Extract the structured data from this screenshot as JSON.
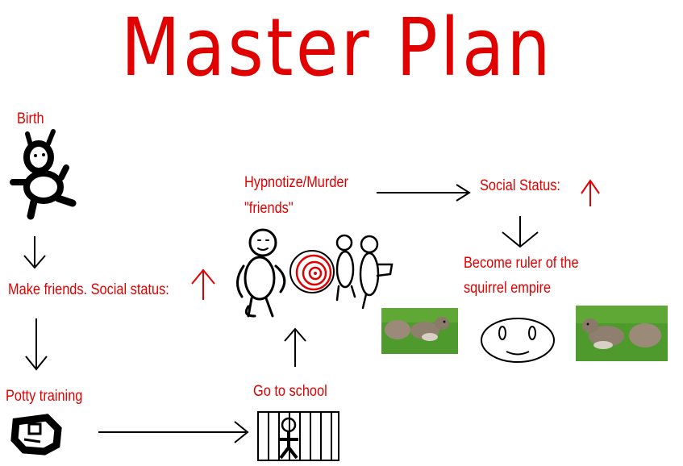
{
  "title": "Master Plan",
  "steps": {
    "birth": "Birth",
    "make_friends": "Make friends. Social status:",
    "potty": "Potty training",
    "school": "Go to school",
    "hypnotize_line1": "Hypnotize/Murder",
    "hypnotize_line2": "\"friends\"",
    "social_status": "Social Status:",
    "ruler_line1": "Become ruler of the",
    "ruler_line2": "squirrel empire"
  },
  "colors": {
    "text": "#e00000",
    "ink": "#000000",
    "grass": "#4f9a2c"
  },
  "icons": [
    "baby-figure-icon",
    "diaper-icon",
    "jail-cell-icon",
    "group-figures-icon",
    "hypno-spiral-icon",
    "smiley-face-icon",
    "squirrel-photo-icon",
    "up-arrow-icon"
  ]
}
